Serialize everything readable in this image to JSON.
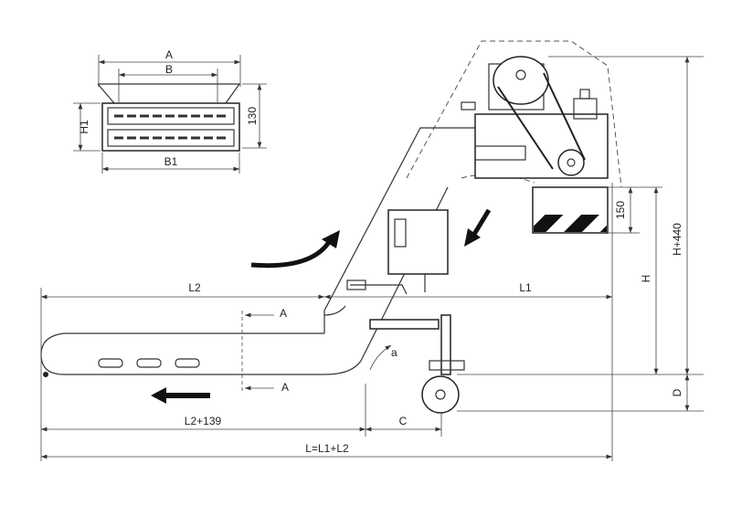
{
  "section_view": {
    "dim_a": "A",
    "dim_b": "B",
    "dim_h1": "H1",
    "dim_130": "130",
    "dim_b1": "B1"
  },
  "main_view": {
    "dim_l2": "L2",
    "dim_l1": "L1",
    "section_mark_top": "A",
    "section_mark_bottom": "A",
    "angle": "a",
    "dim_150": "150",
    "dim_h": "H",
    "dim_h440": "H+440",
    "dim_d": "D",
    "dim_l2_139": "L2+139",
    "dim_c": "C",
    "dim_total": "L=L1+L2"
  }
}
